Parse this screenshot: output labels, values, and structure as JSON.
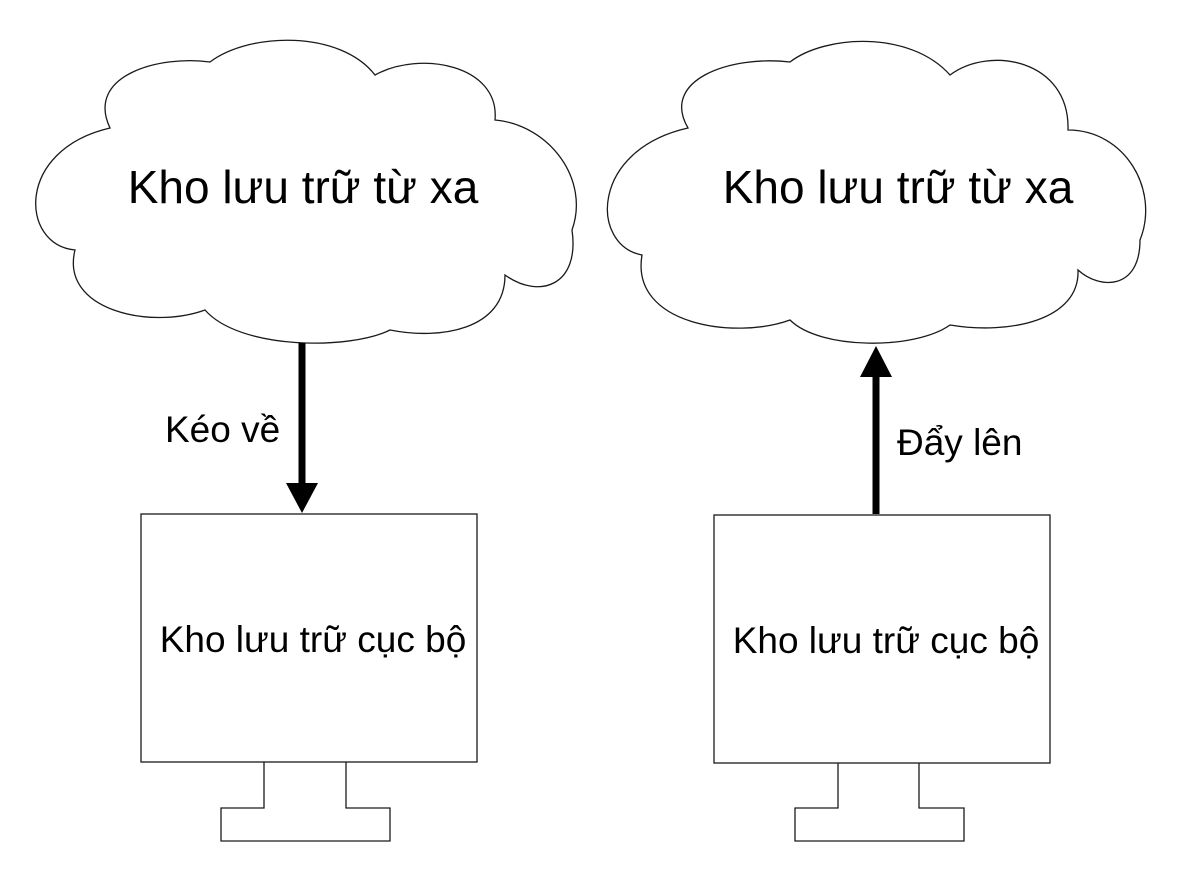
{
  "diagram": {
    "left": {
      "remote_label": "Kho lưu trữ từ xa",
      "local_label": "Kho lưu trữ cục bộ",
      "arrow_label": "Kéo về",
      "arrow_direction": "down"
    },
    "right": {
      "remote_label": "Kho lưu trữ từ xa",
      "local_label": "Kho lưu trữ cục bộ",
      "arrow_label": "Đẩy lên",
      "arrow_direction": "up"
    }
  }
}
